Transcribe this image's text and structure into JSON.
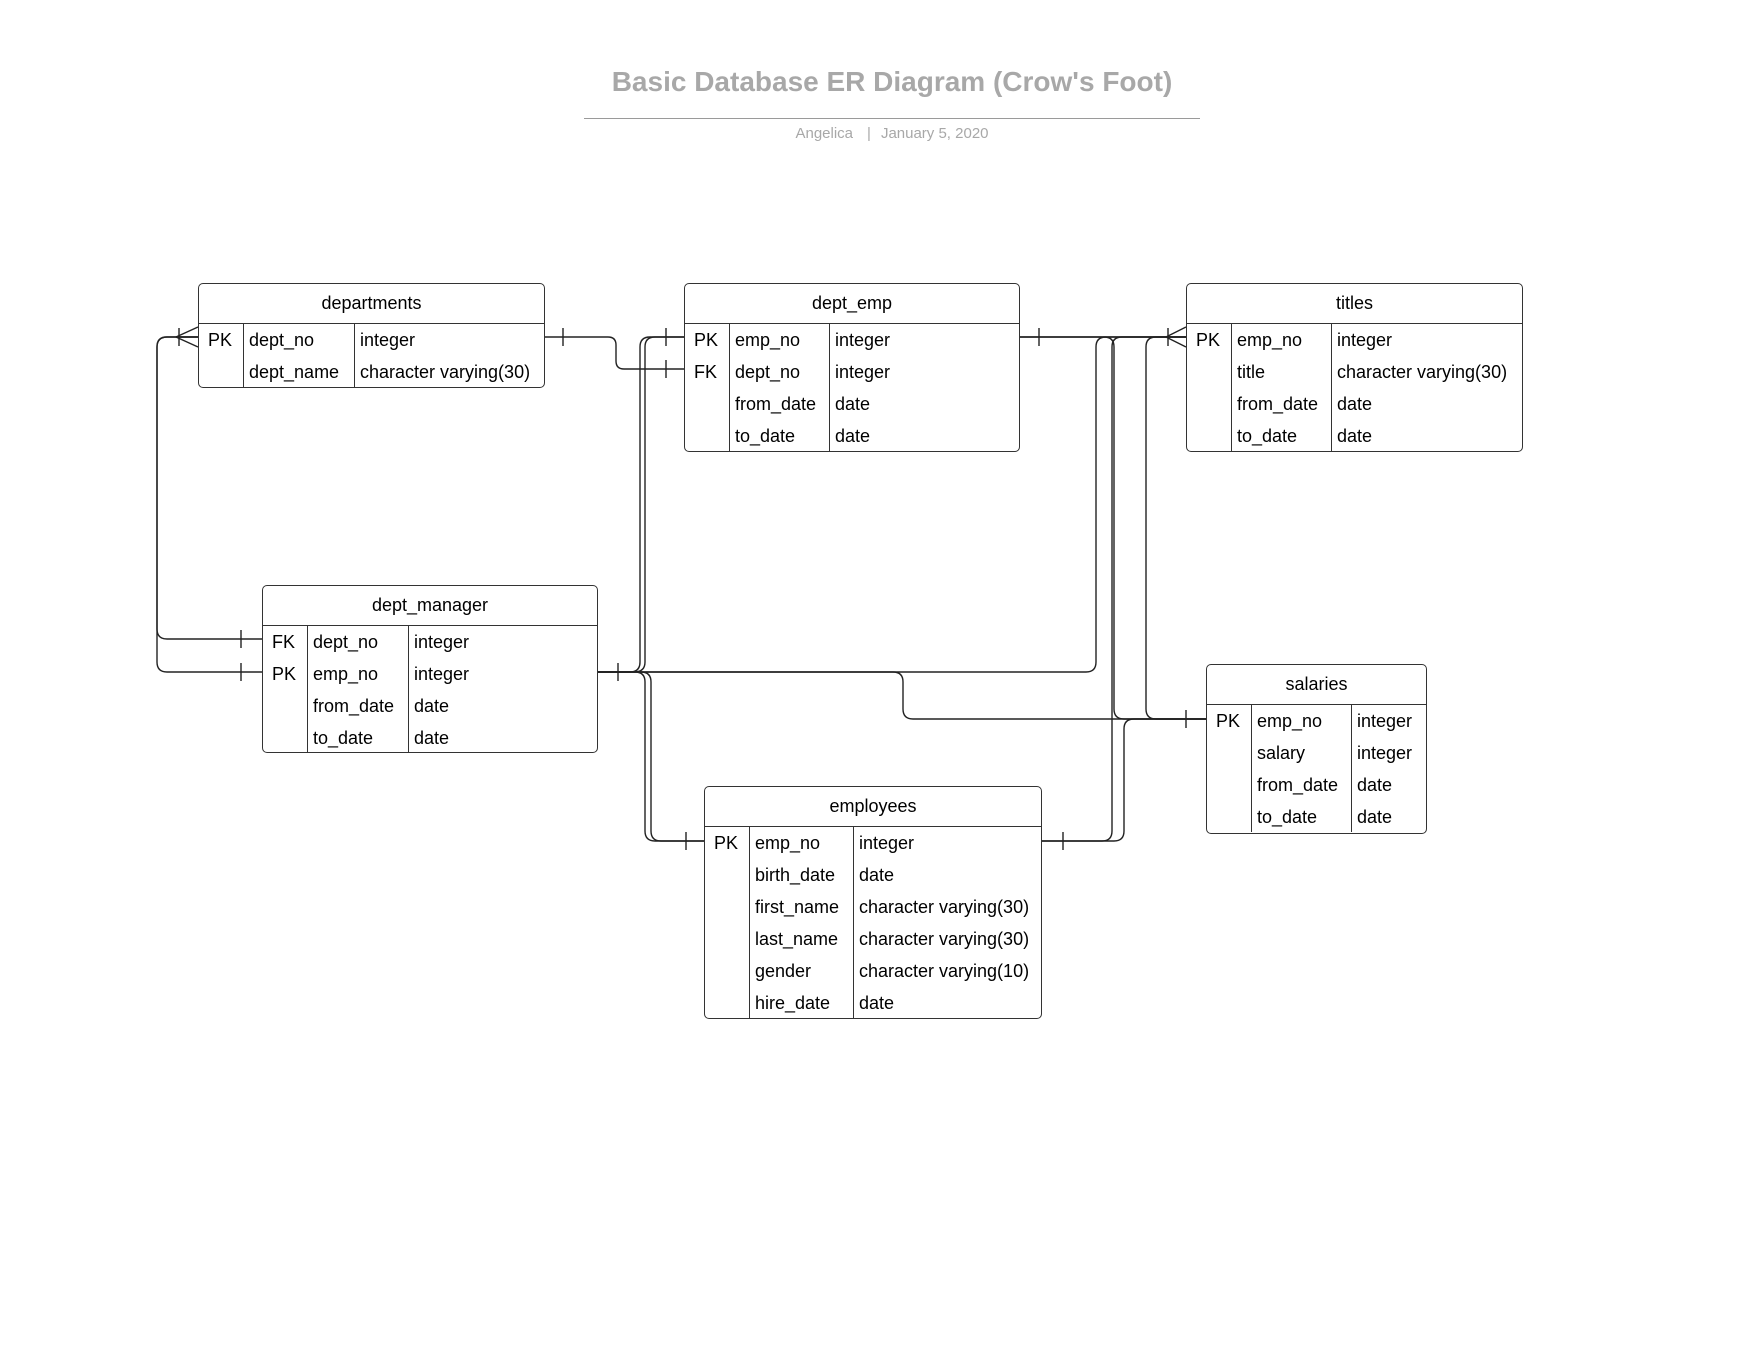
{
  "header": {
    "title": "Basic Database ER Diagram (Crow's Foot)",
    "author": "Angelica",
    "separator": "|",
    "date": "January 5, 2020"
  },
  "entities": {
    "departments": {
      "name": "departments",
      "rows": [
        {
          "key": "PK",
          "name": "dept_no",
          "type": "integer"
        },
        {
          "key": "",
          "name": "dept_name",
          "type": "character varying(30)"
        }
      ]
    },
    "dept_emp": {
      "name": "dept_emp",
      "rows": [
        {
          "key": "PK",
          "name": "emp_no",
          "type": "integer"
        },
        {
          "key": "FK",
          "name": "dept_no",
          "type": "integer"
        },
        {
          "key": "",
          "name": "from_date",
          "type": "date"
        },
        {
          "key": "",
          "name": "to_date",
          "type": "date"
        }
      ]
    },
    "titles": {
      "name": "titles",
      "rows": [
        {
          "key": "PK",
          "name": "emp_no",
          "type": "integer"
        },
        {
          "key": "",
          "name": "title",
          "type": "character varying(30)"
        },
        {
          "key": "",
          "name": "from_date",
          "type": "date"
        },
        {
          "key": "",
          "name": "to_date",
          "type": "date"
        }
      ]
    },
    "dept_manager": {
      "name": "dept_manager",
      "rows": [
        {
          "key": "FK",
          "name": "dept_no",
          "type": "integer"
        },
        {
          "key": "PK",
          "name": "emp_no",
          "type": "integer"
        },
        {
          "key": "",
          "name": "from_date",
          "type": "date"
        },
        {
          "key": "",
          "name": "to_date",
          "type": "date"
        }
      ]
    },
    "salaries": {
      "name": "salaries",
      "rows": [
        {
          "key": "PK",
          "name": "emp_no",
          "type": "integer"
        },
        {
          "key": "",
          "name": "salary",
          "type": "integer"
        },
        {
          "key": "",
          "name": "from_date",
          "type": "date"
        },
        {
          "key": "",
          "name": "to_date",
          "type": "date"
        }
      ]
    },
    "employees": {
      "name": "employees",
      "rows": [
        {
          "key": "PK",
          "name": "emp_no",
          "type": "integer"
        },
        {
          "key": "",
          "name": "birth_date",
          "type": "date"
        },
        {
          "key": "",
          "name": "first_name",
          "type": "character varying(30)"
        },
        {
          "key": "",
          "name": "last_name",
          "type": "character varying(30)"
        },
        {
          "key": "",
          "name": "gender",
          "type": "character varying(10)"
        },
        {
          "key": "",
          "name": "hire_date",
          "type": "date"
        }
      ]
    }
  },
  "relationships": [
    {
      "from": "departments.dept_no",
      "to": "dept_emp.dept_no",
      "notation": "one-to-one"
    },
    {
      "from": "dept_manager.dept_no",
      "to": "departments.dept_no",
      "notation": "one-to-many"
    },
    {
      "from": "dept_manager.emp_no",
      "to": "departments.dept_no",
      "notation": "one-to-many"
    },
    {
      "from": "dept_manager.emp_no",
      "to": "dept_emp.emp_no",
      "notation": "one-to-one"
    },
    {
      "from": "dept_manager.emp_no",
      "to": "employees.emp_no",
      "notation": "one-to-one"
    },
    {
      "from": "dept_manager.emp_no",
      "to": "titles.emp_no",
      "notation": "one-to-many"
    },
    {
      "from": "dept_manager.emp_no",
      "to": "salaries.emp_no",
      "notation": "one-to-one"
    },
    {
      "from": "dept_emp.emp_no",
      "to": "titles.emp_no",
      "notation": "one-to-many"
    },
    {
      "from": "dept_emp.emp_no",
      "to": "salaries.emp_no",
      "notation": "one-to-one"
    },
    {
      "from": "employees.emp_no",
      "to": "salaries.emp_no",
      "notation": "one-to-one"
    },
    {
      "from": "employees.emp_no",
      "to": "titles.emp_no",
      "notation": "one-to-many"
    }
  ]
}
